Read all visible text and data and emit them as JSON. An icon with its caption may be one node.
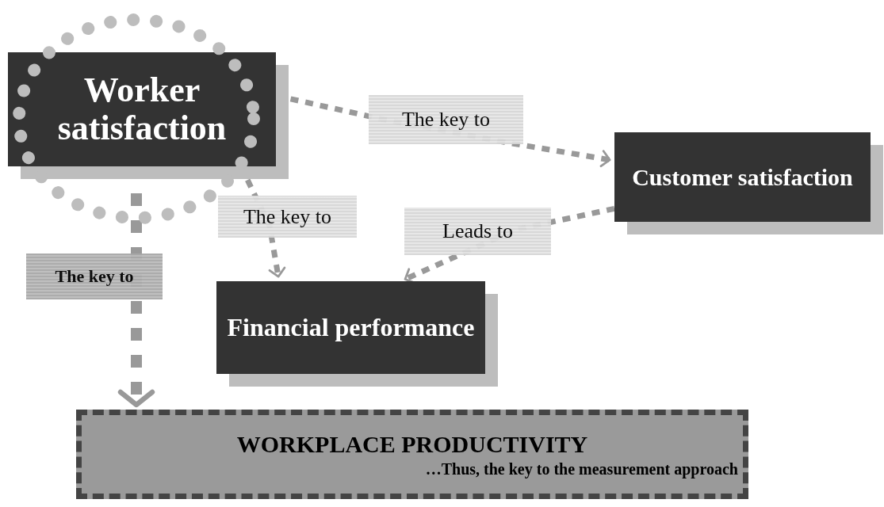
{
  "diagram": {
    "nodes": [
      {
        "text": [
          "Worker satisfaction"
        ]
      },
      {
        "text": [
          "Customer satisfaction"
        ]
      },
      {
        "text": [
          "Financial performance"
        ]
      },
      {
        "text": [
          "WORKPLACE PRODUCTIVITY",
          "…Thus, the key to the measurement approach"
        ]
      }
    ],
    "edges": [
      {
        "from": 0,
        "to": 1,
        "arrow": "to",
        "label": "The key to",
        "style": "dashed"
      },
      {
        "from": 0,
        "to": 2,
        "arrow": "to",
        "label": "The key to",
        "style": "dashed"
      },
      {
        "from": 1,
        "to": 2,
        "arrow": "to",
        "label": "Leads to",
        "style": "dashed"
      },
      {
        "from": 0,
        "to": 3,
        "arrow": "to",
        "label": "The key to",
        "style": "dashed"
      }
    ]
  }
}
